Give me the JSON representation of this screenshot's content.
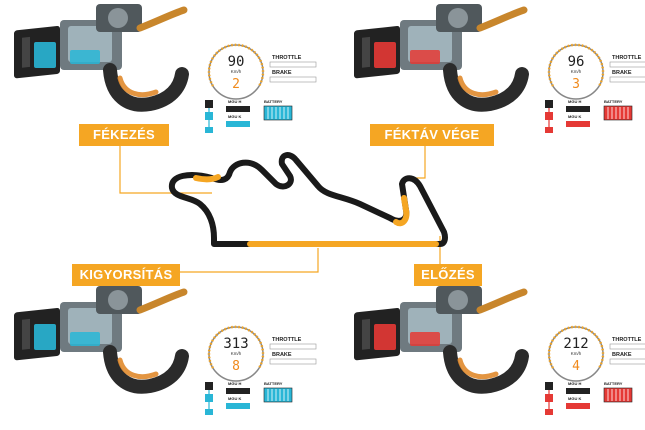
{
  "labels": {
    "braking": "FÉKEZÉS",
    "straight_end": "FÉKTÁV VÉGE",
    "acceleration": "KIGYORSÍTÁS",
    "overtaking": "ELŐZÉS"
  },
  "panels": [
    {
      "id": "braking",
      "speed": "90",
      "unit": "Km/h",
      "gear": "2",
      "throttle": "THROTTLE",
      "brake": "BRAKE",
      "mgu_h": "MGU H",
      "mgu_k": "MGU K",
      "battery": "BATTERY",
      "accent": "#29b6d6",
      "gear_color": "#f08a1c"
    },
    {
      "id": "straight_end",
      "speed": "96",
      "unit": "Km/h",
      "gear": "3",
      "throttle": "THROTTLE",
      "brake": "BRAKE",
      "mgu_h": "MGU H",
      "mgu_k": "MGU K",
      "battery": "BATTERY",
      "accent": "#e53935",
      "gear_color": "#f08a1c"
    },
    {
      "id": "acceleration",
      "speed": "313",
      "unit": "Km/h",
      "gear": "8",
      "throttle": "THROTTLE",
      "brake": "BRAKE",
      "mgu_h": "MGU H",
      "mgu_k": "MGU K",
      "battery": "BATTERY",
      "accent": "#29b6d6",
      "gear_color": "#f08a1c"
    },
    {
      "id": "overtaking",
      "speed": "212",
      "unit": "Km/h",
      "gear": "4",
      "throttle": "THROTTLE",
      "brake": "BRAKE",
      "mgu_h": "MGU H",
      "mgu_k": "MGU K",
      "battery": "BATTERY",
      "accent": "#e53935",
      "gear_color": "#f08a1c"
    }
  ],
  "colors": {
    "orange": "#f5a623",
    "track": "#1a1a1a",
    "cyan": "#29b6d6",
    "red": "#e53935",
    "green": "#4caf50"
  }
}
